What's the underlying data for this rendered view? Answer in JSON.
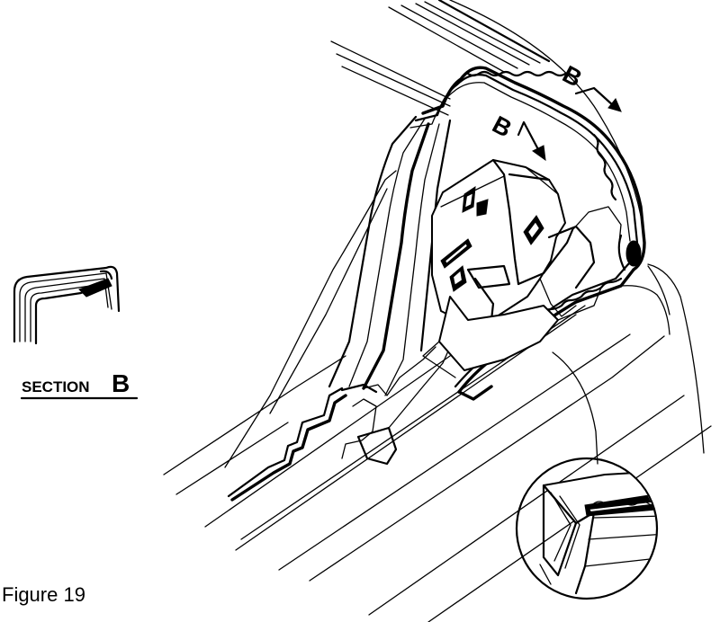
{
  "figure": {
    "caption": "Figure 19"
  },
  "section_label": {
    "word": "SECTION",
    "letter": "B"
  },
  "callouts": {
    "upper": "B",
    "lower": "B"
  }
}
